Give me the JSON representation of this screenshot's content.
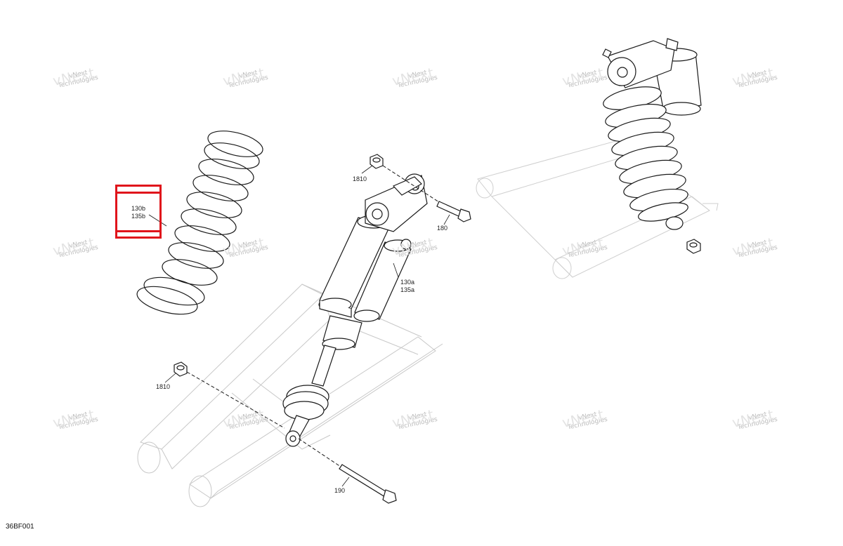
{
  "diagram": {
    "code": "36BF001",
    "watermark": {
      "line1": "vNext",
      "line2": "Technologies"
    },
    "part_labels": [
      {
        "id": "spring-130b",
        "lines": [
          "130b",
          "135b"
        ]
      },
      {
        "id": "shock-130a",
        "lines": [
          "130a",
          "135a"
        ]
      },
      {
        "id": "nut-top",
        "lines": [
          "1810"
        ]
      },
      {
        "id": "nut-bottom",
        "lines": [
          "1810"
        ]
      },
      {
        "id": "bolt-top",
        "lines": [
          "180"
        ]
      },
      {
        "id": "bolt-bottom",
        "lines": [
          "190"
        ]
      }
    ],
    "colors": {
      "highlight": "#e0141b",
      "line_art": "#1a1a1a",
      "ghost_art": "#c8c8c8",
      "watermark": "#b9b9b9"
    }
  }
}
